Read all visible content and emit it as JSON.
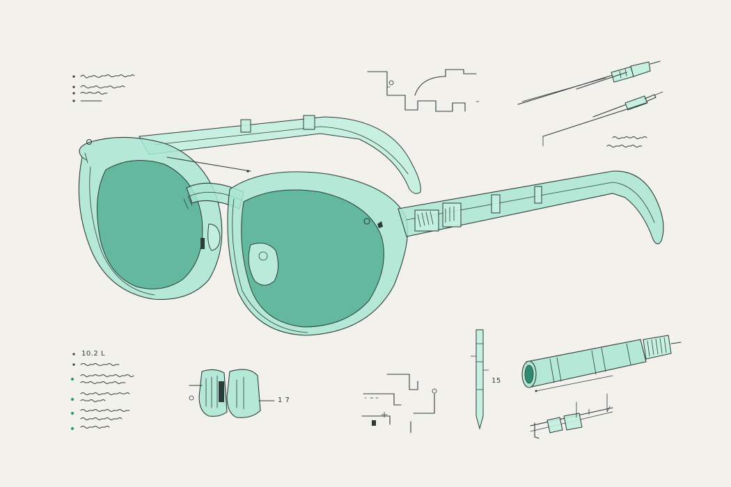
{
  "callouts": {
    "bottom_left_heading": "10.2 L",
    "clip_label": "1 7",
    "pen_label": "15"
  },
  "colors": {
    "background": "#f3f1ec",
    "frame": "#a9e6d2",
    "lens": "#5fb59b",
    "ink": "#2d3a3a"
  },
  "icons": {
    "main": "sunglasses-drawing",
    "detail_1": "hinge-clip-drawing",
    "detail_2": "stylus-drawing",
    "detail_3": "cylinder-module-drawing",
    "detail_4": "screwdriver-drawing"
  }
}
